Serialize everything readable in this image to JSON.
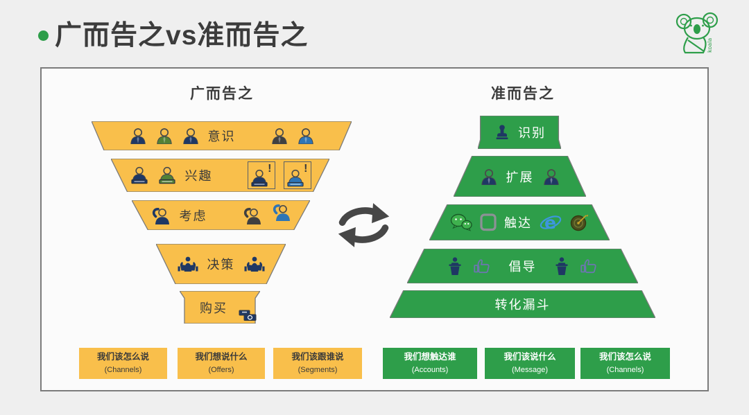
{
  "title": {
    "text": "广而告之vs准而告之"
  },
  "logo": {
    "text": "koala"
  },
  "left": {
    "header": "广而告之",
    "alert": "!",
    "tiers": [
      {
        "label": "意识"
      },
      {
        "label": "兴趣"
      },
      {
        "label": "考虑"
      },
      {
        "label": "决策"
      },
      {
        "label": "购买"
      }
    ],
    "boxes": [
      {
        "line1": "我们该怎么说",
        "line2": "(Channels)"
      },
      {
        "line1": "我们想说什么",
        "line2": "(Offers)"
      },
      {
        "line1": "我们该跟谁说",
        "line2": "(Segments)"
      }
    ]
  },
  "right": {
    "header": "准而告之",
    "tiers": [
      {
        "label": "识别"
      },
      {
        "label": "扩展"
      },
      {
        "label": "触达"
      },
      {
        "label": "倡导"
      },
      {
        "label": "转化漏斗"
      }
    ],
    "boxes": [
      {
        "line1": "我们想触达谁",
        "line2": "(Accounts)"
      },
      {
        "line1": "我们该说什么",
        "line2": "(Message)"
      },
      {
        "line1": "我们该怎么说",
        "line2": "(Channels)"
      }
    ]
  },
  "colors": {
    "yellow": "#F9BF4B",
    "green": "#2E9E4A",
    "navy": "#1F3864",
    "person_green": "#538135",
    "person_gray": "#404040",
    "person_blue": "#2E75B6",
    "background": "#EFEFEF"
  }
}
